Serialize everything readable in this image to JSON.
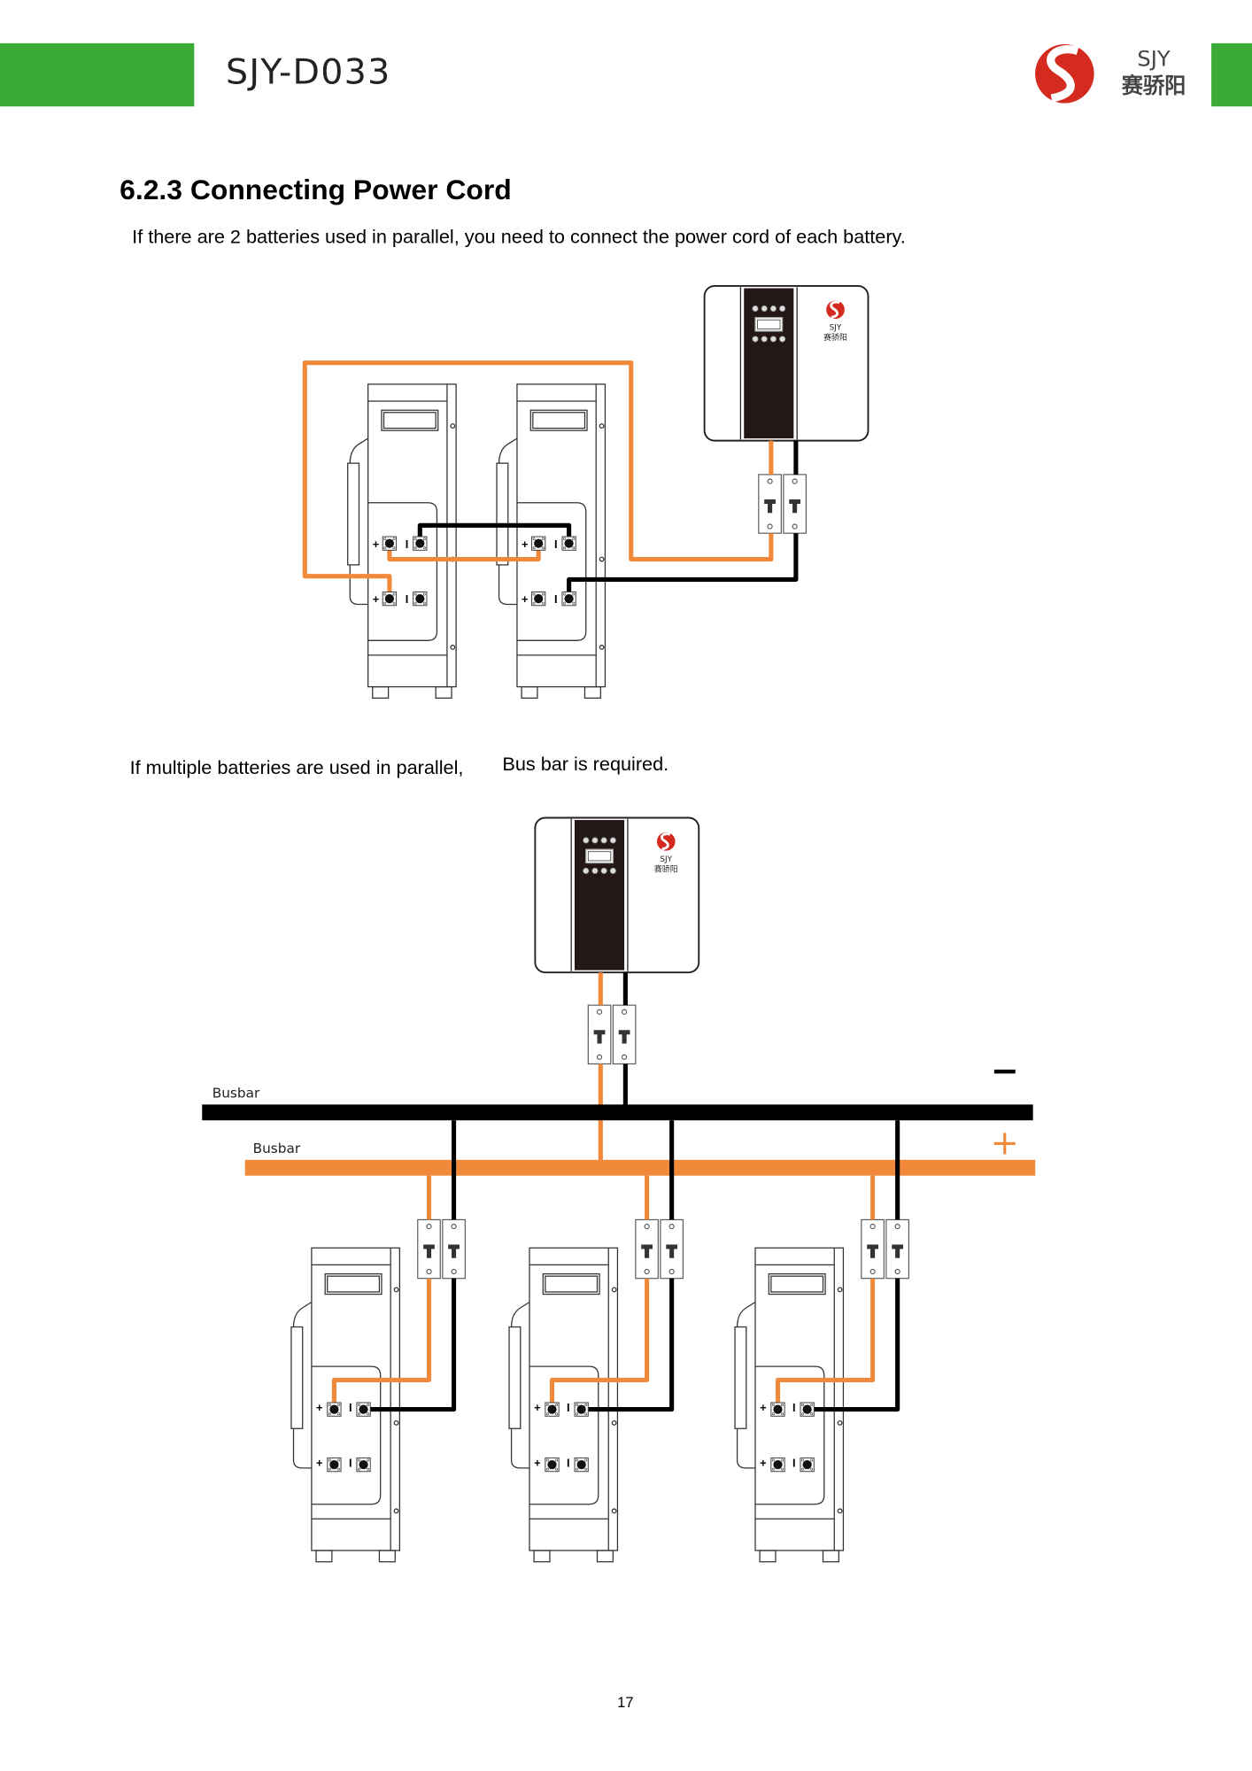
{
  "header": {
    "doc_code": "SJY-D033",
    "logo_text_en": "SJY",
    "logo_text_cn": "赛骄阳",
    "brand_color": "#3aaa35"
  },
  "section": {
    "heading": "6.2.3 Connecting Power Cord",
    "intro": "If there are 2 batteries used in parallel, you need to connect the power cord of each battery.",
    "multi_text_a": "If multiple batteries are used in parallel,",
    "multi_text_b": "Bus bar is required."
  },
  "diagram2": {
    "busbar_negative_label": "Busbar",
    "busbar_positive_label": "Busbar",
    "negative_symbol": "−",
    "positive_symbol": "+"
  },
  "terminal_labels": {
    "plus": "+",
    "minus": "I"
  },
  "colors": {
    "positive_cable": "#f08a3a",
    "negative_cable": "#000000",
    "logo_red": "#d42a20"
  },
  "footer": {
    "page_number": "17"
  }
}
